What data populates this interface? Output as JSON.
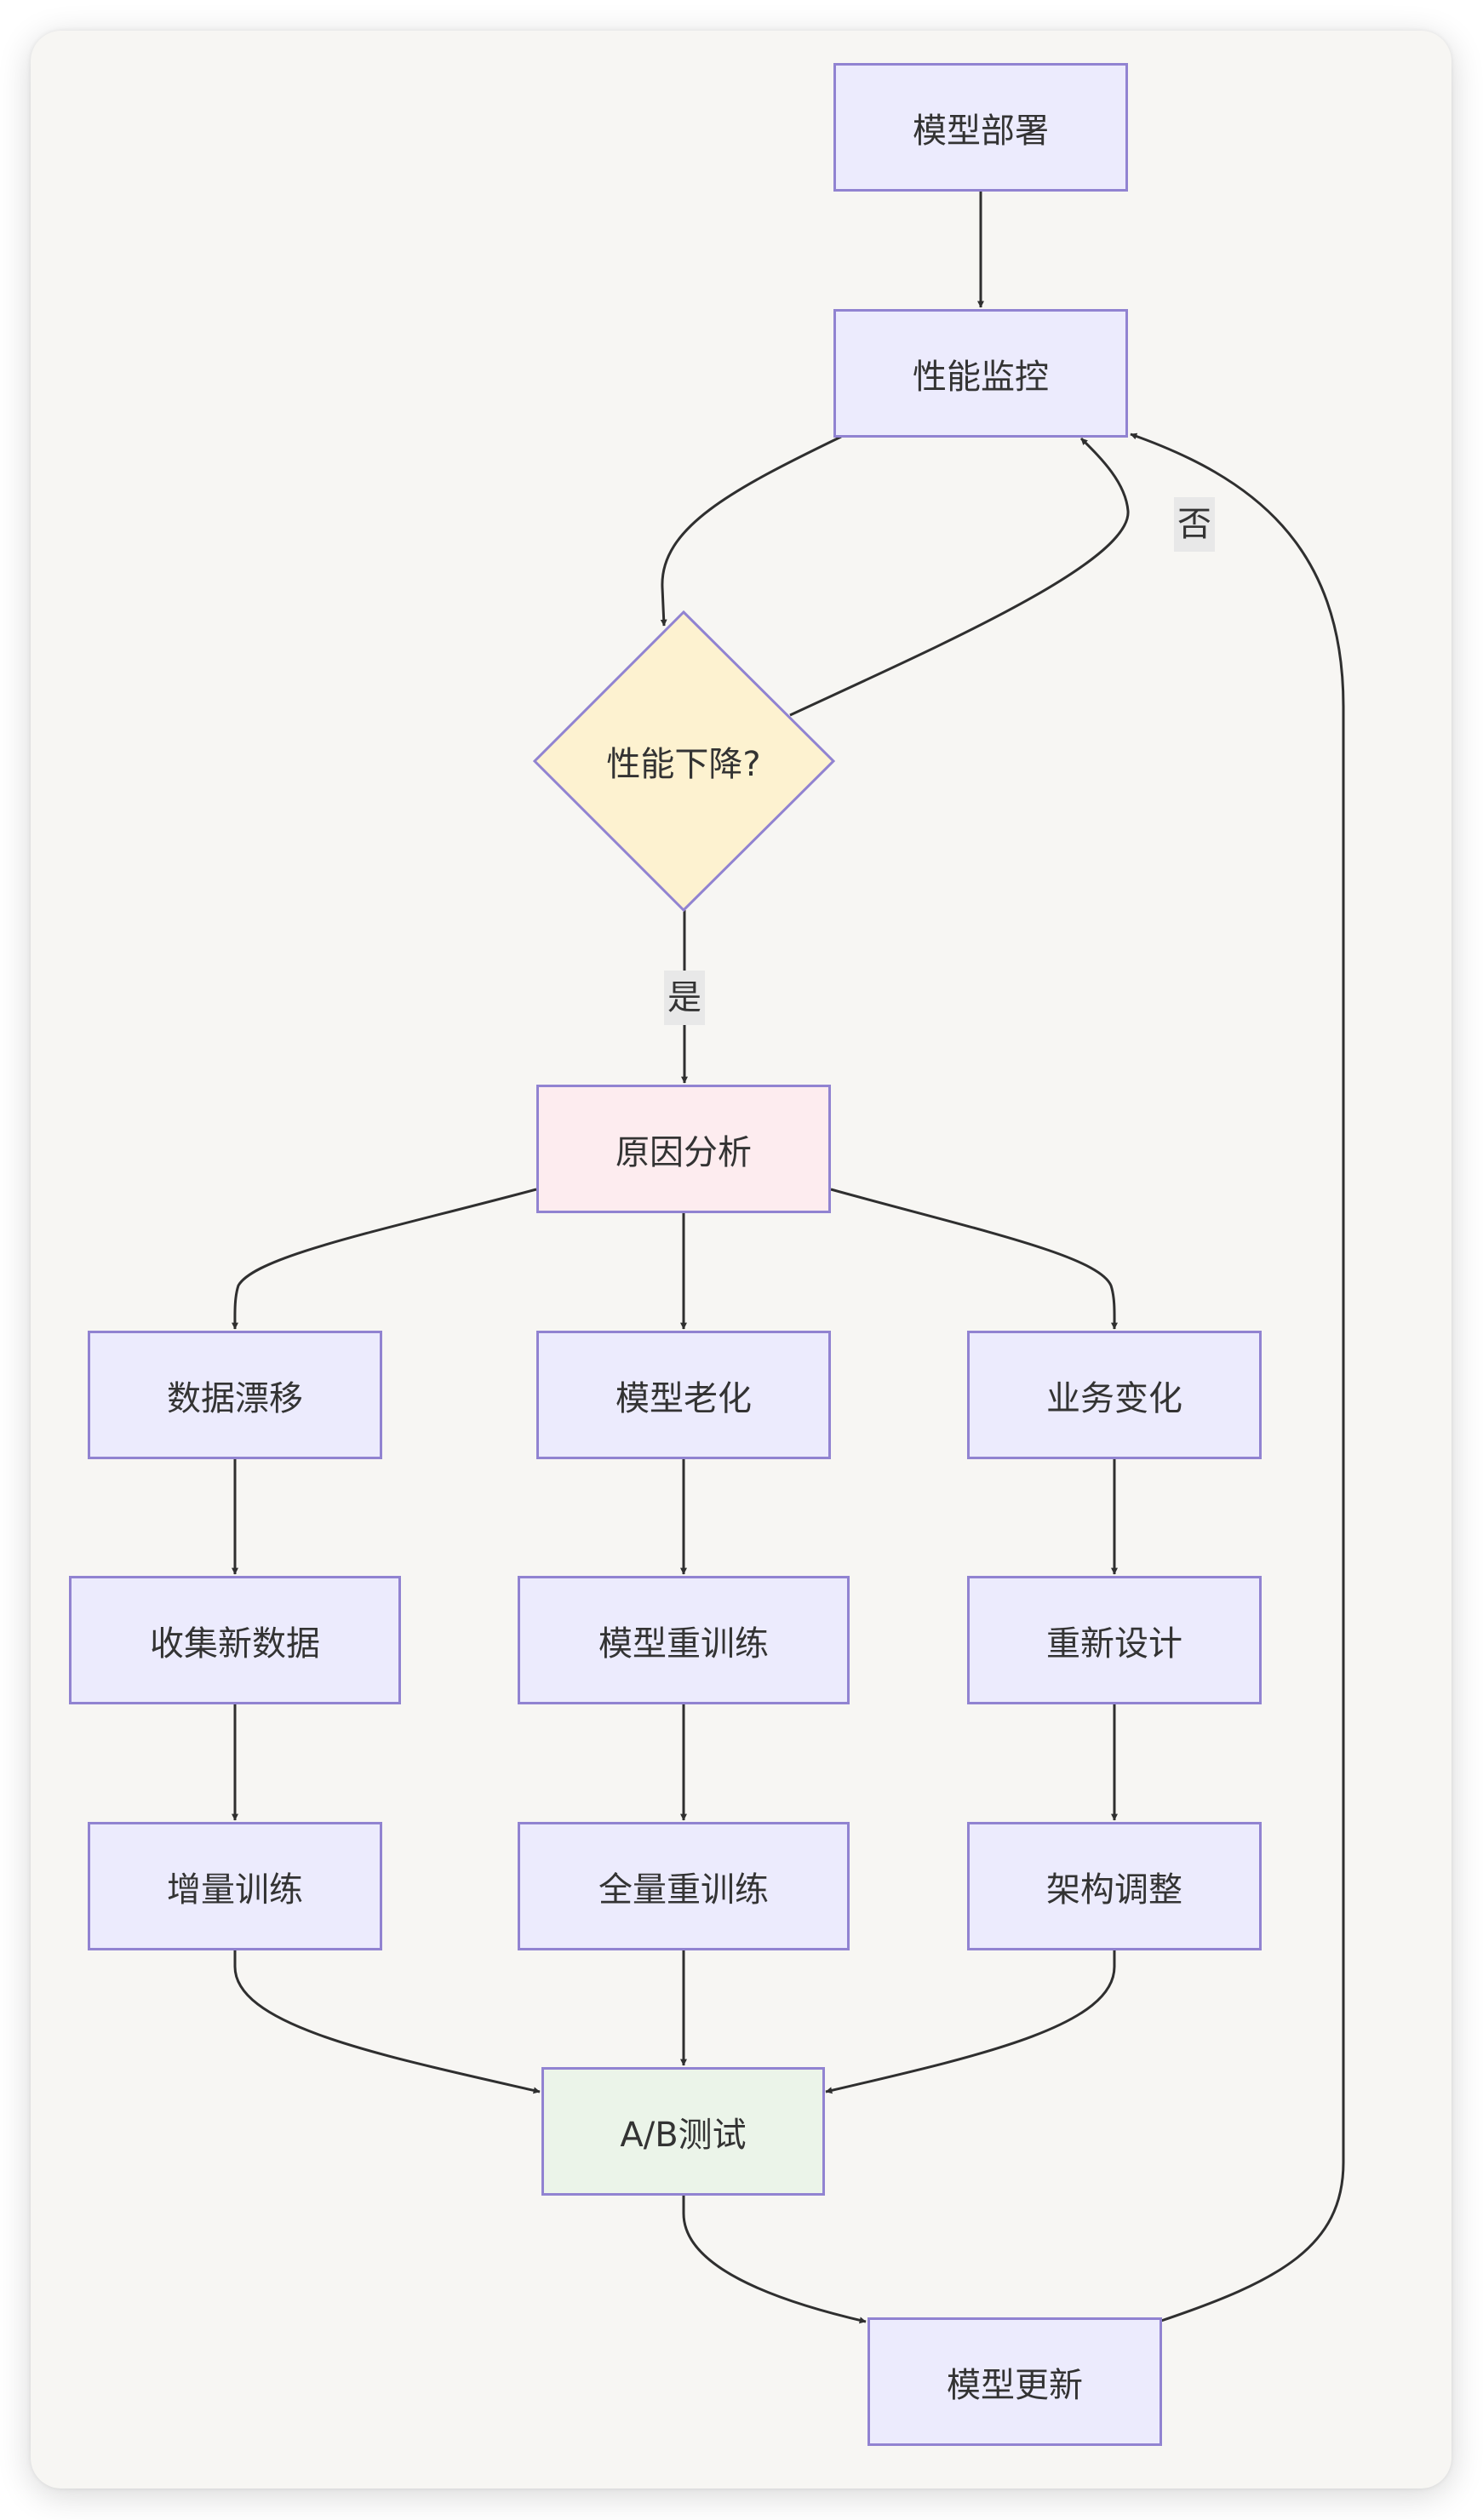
{
  "diagram": {
    "type": "flowchart",
    "colors": {
      "node_fill": "#ecebfd",
      "node_border": "#9183d1",
      "decision_fill": "#fdf2d0",
      "analysis_fill": "#fdecef",
      "test_fill": "#ebf4e9",
      "edge": "#2f2f2f",
      "edge_label_bg": "#e8e8e8",
      "canvas": "#f7f6f3"
    },
    "nodes": {
      "deploy": "模型部署",
      "monitor": "性能监控",
      "decision": "性能下降?",
      "analysis": "原因分析",
      "drift": "数据漂移",
      "aging": "模型老化",
      "business": "业务变化",
      "collect": "收集新数据",
      "retrain": "模型重训练",
      "redesign": "重新设计",
      "incremental": "增量训练",
      "full_retrain": "全量重训练",
      "arch": "架构调整",
      "abtest": "A/B测试",
      "update": "模型更新"
    },
    "edge_labels": {
      "yes": "是",
      "no": "否"
    },
    "edges": [
      [
        "deploy",
        "monitor",
        ""
      ],
      [
        "monitor",
        "decision",
        ""
      ],
      [
        "decision",
        "monitor",
        "否"
      ],
      [
        "decision",
        "analysis",
        "是"
      ],
      [
        "analysis",
        "drift",
        ""
      ],
      [
        "analysis",
        "aging",
        ""
      ],
      [
        "analysis",
        "business",
        ""
      ],
      [
        "drift",
        "collect",
        ""
      ],
      [
        "aging",
        "retrain",
        ""
      ],
      [
        "business",
        "redesign",
        ""
      ],
      [
        "collect",
        "incremental",
        ""
      ],
      [
        "retrain",
        "full_retrain",
        ""
      ],
      [
        "redesign",
        "arch",
        ""
      ],
      [
        "incremental",
        "abtest",
        ""
      ],
      [
        "full_retrain",
        "abtest",
        ""
      ],
      [
        "arch",
        "abtest",
        ""
      ],
      [
        "abtest",
        "update",
        ""
      ],
      [
        "update",
        "monitor",
        ""
      ]
    ]
  }
}
